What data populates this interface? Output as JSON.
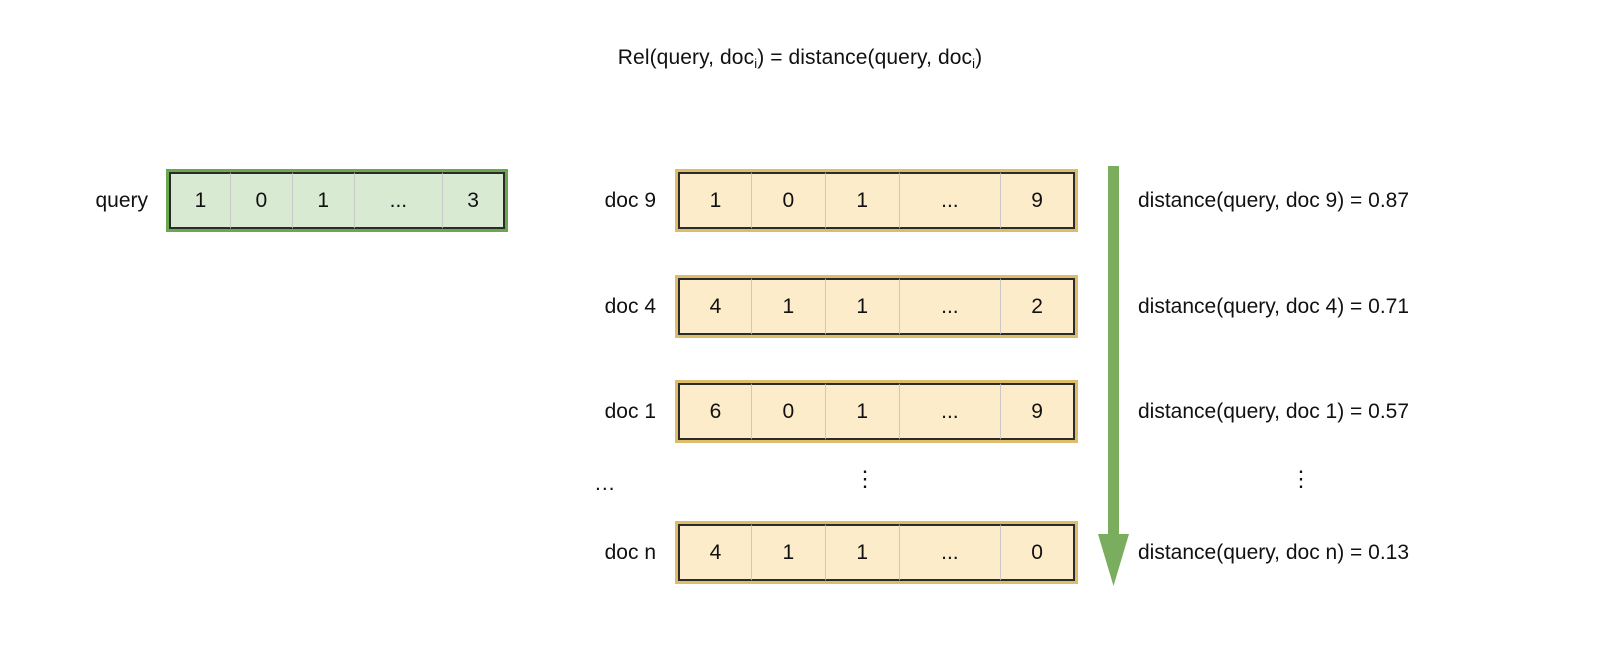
{
  "title": {
    "prefix": "Rel(query, doc",
    "sub1": "i",
    "middle": ") = distance(query, doc",
    "sub2": "i",
    "suffix": ")",
    "plain": "Rel(query, doc_i) = distance(query, doc_i)"
  },
  "query": {
    "label": "query",
    "cells": [
      "1",
      "0",
      "1",
      "...",
      "3"
    ],
    "fill": "#d9ead3",
    "border": "#6aa84f"
  },
  "docs": {
    "fill": "#fcecc9",
    "border": "#ddbd6a",
    "rows": [
      {
        "label": "doc 9",
        "cells": [
          "1",
          "0",
          "1",
          "...",
          "9"
        ],
        "distance": "distance(query, doc 9) = 0.87",
        "distance_value": 0.87
      },
      {
        "label": "doc 4",
        "cells": [
          "4",
          "1",
          "1",
          "...",
          "2"
        ],
        "distance": "distance(query, doc 4) = 0.71",
        "distance_value": 0.71
      },
      {
        "label": "doc 1",
        "cells": [
          "6",
          "0",
          "1",
          "...",
          "9"
        ],
        "distance": "distance(query, doc 1) = 0.57",
        "distance_value": 0.57
      },
      {
        "label": "doc n",
        "cells": [
          "4",
          "1",
          "1",
          "...",
          "0"
        ],
        "distance": "distance(query, doc n) = 0.13",
        "distance_value": 0.13
      }
    ]
  },
  "ellipsis": {
    "label_column": "...",
    "doc_column": "⋮",
    "distance_column": "⋮"
  },
  "arrow": {
    "name": "ranking-arrow",
    "direction": "down",
    "color": "#7aad5e"
  }
}
